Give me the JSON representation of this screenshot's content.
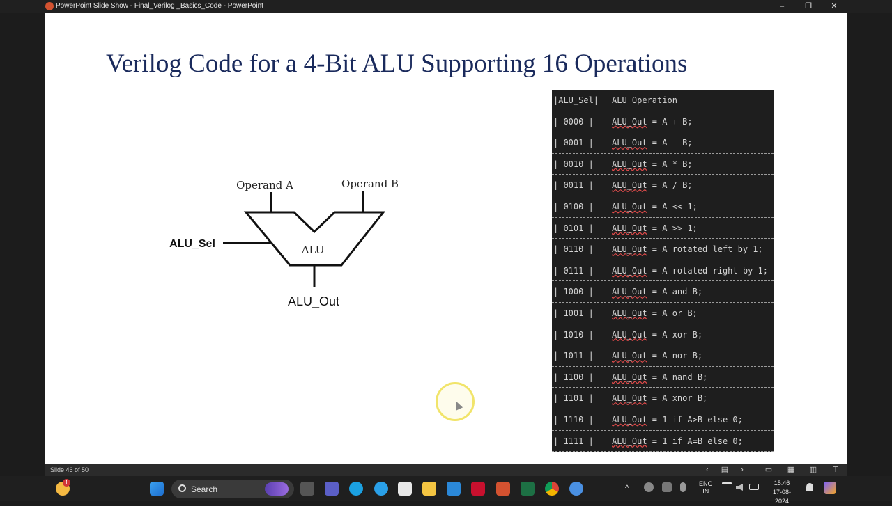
{
  "window": {
    "title": "PowerPoint Slide Show  -  Final_Verilog _Basics_Code - PowerPoint",
    "minimize_icon": "–",
    "restore_icon": "❐",
    "close_icon": "✕"
  },
  "slide": {
    "title": "Verilog Code for a 4-Bit ALU Supporting 16 Operations",
    "diagram": {
      "operand_a": "Operand A",
      "operand_b": "Operand B",
      "alu_label": "ALU",
      "alu_sel": "ALU_Sel",
      "alu_out": "ALU_Out"
    },
    "code_header": {
      "sel": "|ALU_Sel|",
      "op": "ALU Operation"
    },
    "code_rows": [
      {
        "sel": "| 0000  |",
        "pre": "",
        "ul": "ALU_Out",
        "post": " = A + B;"
      },
      {
        "sel": "| 0001  |",
        "pre": "",
        "ul": "ALU_Out",
        "post": " = A - B;"
      },
      {
        "sel": "| 0010  |",
        "pre": "",
        "ul": "ALU_Out",
        "post": " = A * B;"
      },
      {
        "sel": "| 0011  |",
        "pre": "",
        "ul": "ALU_Out",
        "post": " = A / B;"
      },
      {
        "sel": "| 0100  |",
        "pre": "",
        "ul": "ALU_Out",
        "post": " = A << 1;"
      },
      {
        "sel": "| 0101  |",
        "pre": "",
        "ul": "ALU_Out",
        "post": " = A >> 1;"
      },
      {
        "sel": "| 0110  |",
        "pre": "",
        "ul": "ALU_Out",
        "post": " = A rotated left by 1;"
      },
      {
        "sel": "| 0111  |",
        "pre": "",
        "ul": "ALU_Out",
        "post": " = A rotated right by 1;"
      },
      {
        "sel": "| 1000  |",
        "pre": "",
        "ul": "ALU_Out",
        "post": " = A and B;"
      },
      {
        "sel": "| 1001  |",
        "pre": "",
        "ul": "ALU_Out",
        "post": " = A or B;"
      },
      {
        "sel": "| 1010  |",
        "pre": "",
        "ul": "ALU_Out",
        "post": " = A xor B;"
      },
      {
        "sel": "| 1011  |",
        "pre": "",
        "ul": "ALU_Out",
        "post": " = A nor B;"
      },
      {
        "sel": "| 1100  |",
        "pre": "",
        "ul": "ALU_Out",
        "post": " = A nand B;"
      },
      {
        "sel": "| 1101  |",
        "pre": "",
        "ul": "ALU_Out",
        "post": " = A xnor B;"
      },
      {
        "sel": "| 1110  |",
        "pre": "",
        "ul": "ALU_Out",
        "post": " = 1 if A>B else 0;"
      },
      {
        "sel": "| 1111  |",
        "pre": "",
        "ul": "ALU_Out",
        "post": " = 1 if A=B else 0;"
      }
    ]
  },
  "statusbar": {
    "slide_number": "Slide 46 of 50",
    "prev_icon": "‹",
    "next_icon": "›"
  },
  "taskbar": {
    "search_label": "Search",
    "notification_badge": "1",
    "lang_top": "ENG",
    "lang_bottom": "IN",
    "time": "15:46",
    "date": "17-08-2024"
  },
  "colors": {
    "title_color": "#1a2a5c",
    "code_bg": "#1e1e1e",
    "powerpoint_accent": "#d35230",
    "cursor_highlight": "#f1e46a"
  }
}
